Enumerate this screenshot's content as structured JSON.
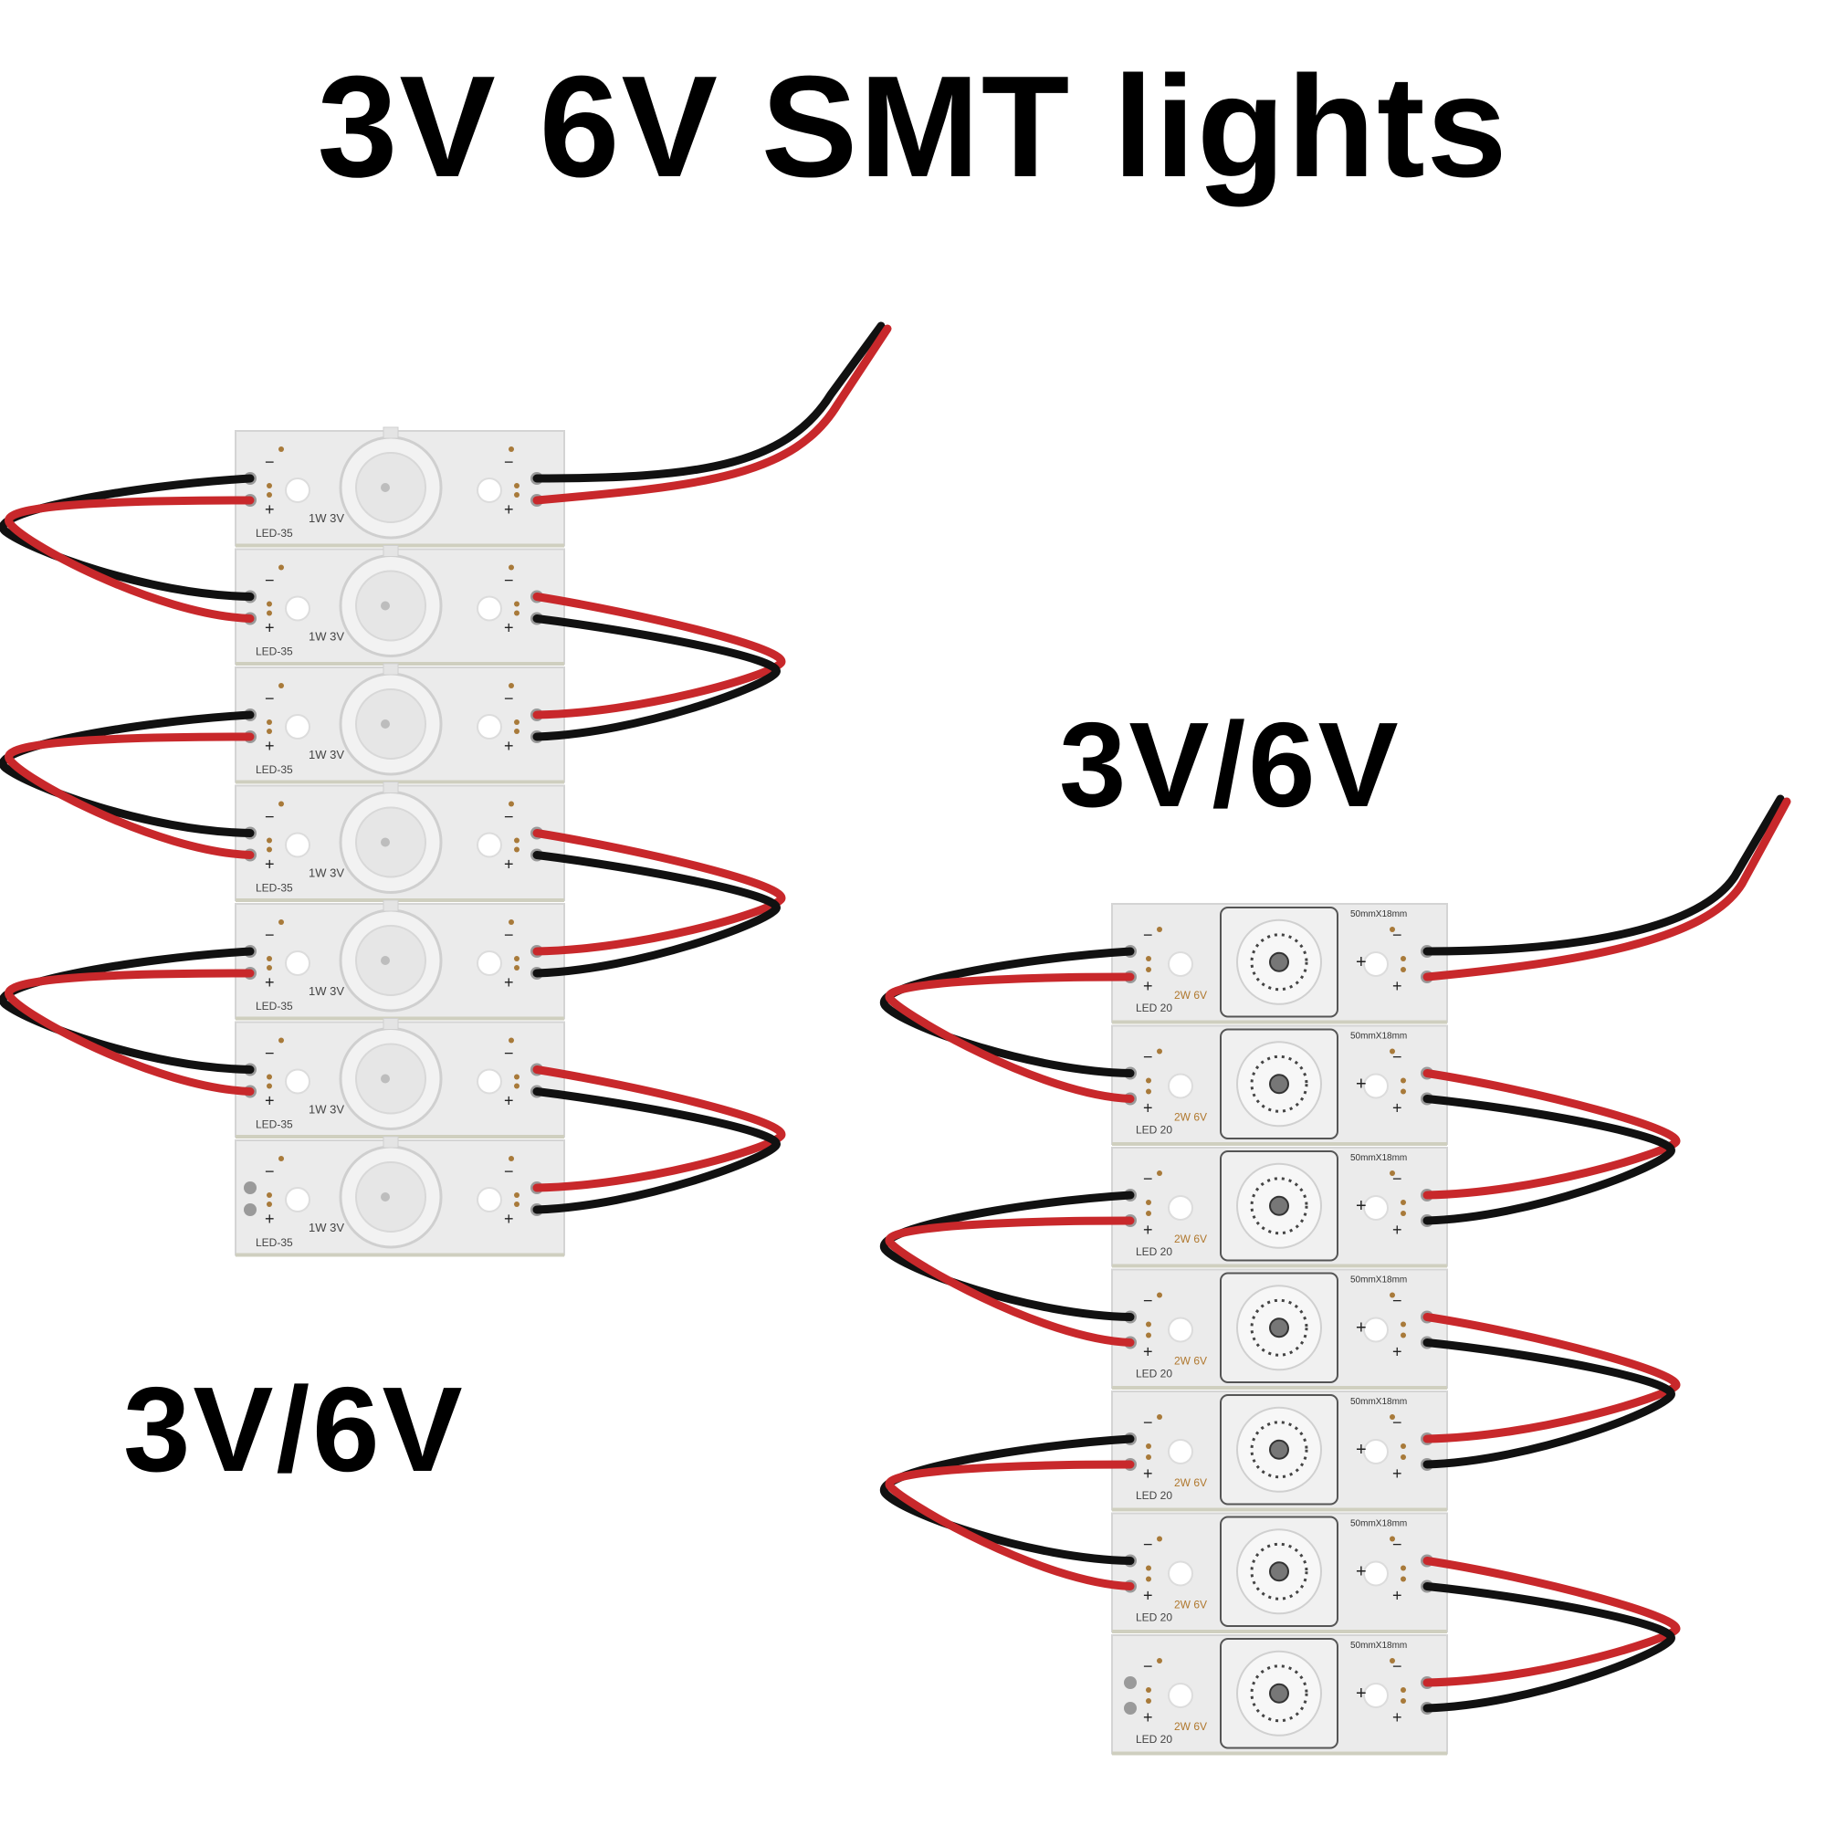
{
  "title": "3V 6V SMT lights",
  "label_left": "3V/6V",
  "label_right": "3V/6V",
  "strip_a": {
    "module_count": 7,
    "model_label": "LED-35",
    "rating_label": "1W 3V",
    "minus_sign": "−",
    "plus_sign": "+"
  },
  "strip_b": {
    "module_count": 7,
    "model_label": "LED 20",
    "rating_label": "2W 6V",
    "size_label": "50mmX18mm",
    "minus_sign": "−",
    "plus_sign": "+"
  },
  "colors": {
    "wire_red": "#c8282b",
    "wire_black": "#111111",
    "pcb": "#ebebeb",
    "rating_text": "#b0782e"
  }
}
